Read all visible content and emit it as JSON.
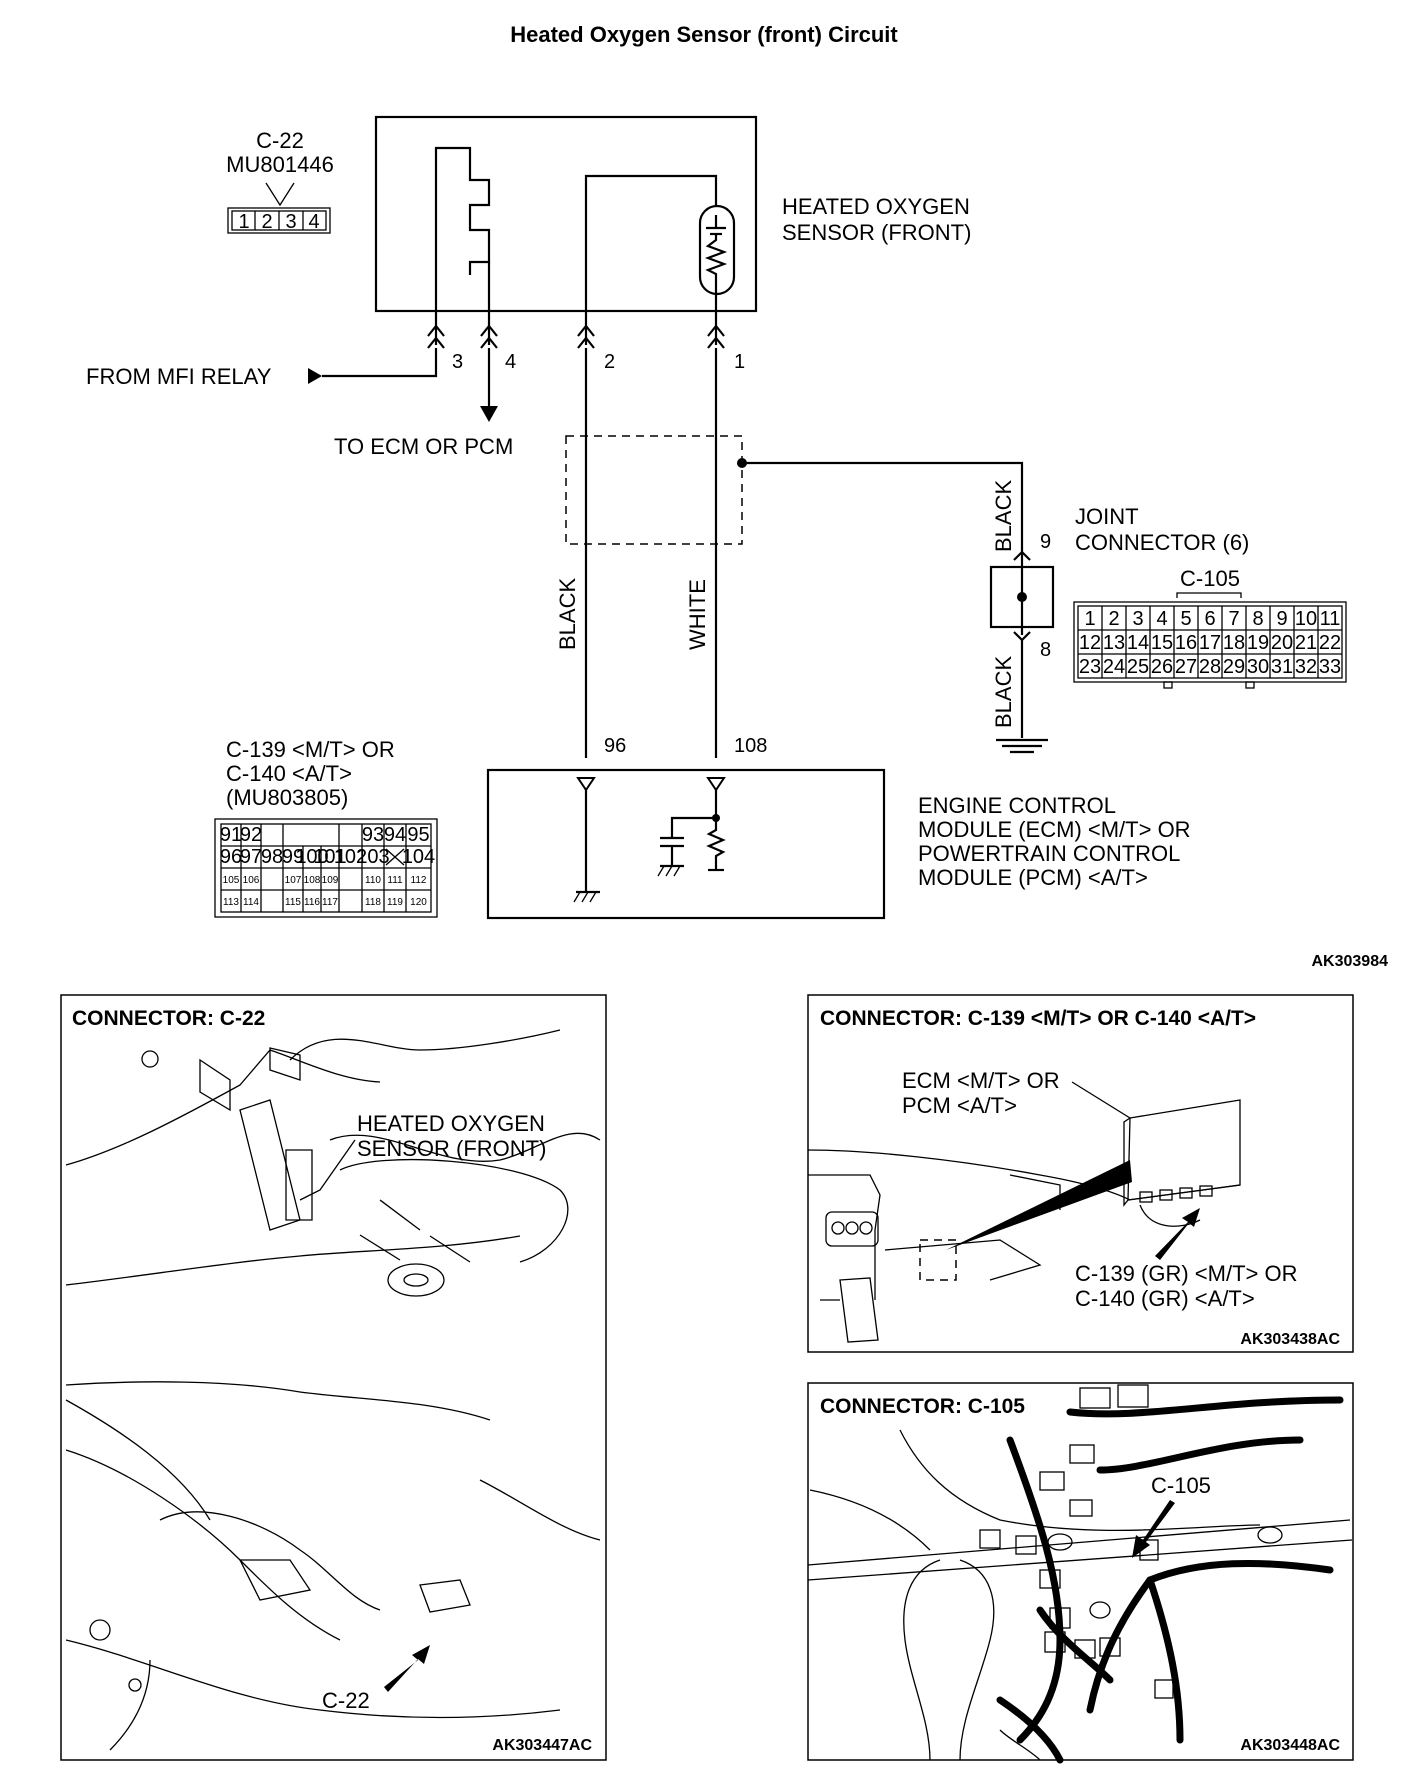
{
  "title": "Heated Oxygen Sensor (front) Circuit",
  "sensor_connector": {
    "id": "C-22",
    "part": "MU801446",
    "pins": [
      "1",
      "2",
      "3",
      "4"
    ]
  },
  "sensor_label": [
    "HEATED OXYGEN",
    "SENSOR (FRONT)"
  ],
  "terminals": {
    "t3": "3",
    "t4": "4",
    "t2": "2",
    "t1": "1"
  },
  "from_mfi": "FROM MFI RELAY",
  "to_ecm": "TO ECM OR PCM",
  "wire_colors": {
    "left": "BLACK",
    "right": "WHITE",
    "joint_top": "BLACK",
    "joint_bottom": "BLACK"
  },
  "joint": {
    "label": [
      "JOINT",
      "CONNECTOR (6)"
    ],
    "id": "C-105",
    "pin_top": "9",
    "pin_bottom": "8",
    "grid_rows": [
      [
        "1",
        "2",
        "3",
        "4",
        "5",
        "6",
        "7",
        "8",
        "9",
        "10",
        "11"
      ],
      [
        "12",
        "13",
        "14",
        "15",
        "16",
        "17",
        "18",
        "19",
        "20",
        "21",
        "22"
      ],
      [
        "23",
        "24",
        "25",
        "26",
        "27",
        "28",
        "29",
        "30",
        "31",
        "32",
        "33"
      ]
    ]
  },
  "ecm_pins": {
    "p96": "96",
    "p108": "108"
  },
  "ecm_connector_label": [
    "C-139 <M/T> OR",
    "C-140 <A/T>",
    "(MU803805)"
  ],
  "ecm_grid": {
    "row1": [
      "91",
      "92",
      "",
      "93",
      "94",
      "95"
    ],
    "row2": [
      "96",
      "97",
      "98",
      "99",
      "100",
      "101",
      "102",
      "103",
      "104"
    ],
    "row3": [
      "105",
      "106",
      "107",
      "108",
      "109",
      "110",
      "111",
      "112"
    ],
    "row4": [
      "113",
      "114",
      "115",
      "116",
      "117",
      "118",
      "119",
      "120"
    ]
  },
  "ecm_label": [
    "ENGINE CONTROL",
    "MODULE (ECM) <M/T> OR",
    "POWERTRAIN CONTROL",
    "MODULE (PCM) <A/T>"
  ],
  "diagram_code": "AK303984",
  "panels": {
    "c22": {
      "title": "CONNECTOR: C-22",
      "sensor_label": [
        "HEATED OXYGEN",
        "SENSOR (FRONT)"
      ],
      "pointer": "C-22",
      "code": "AK303447AC"
    },
    "c139": {
      "title": "CONNECTOR: C-139 <M/T> OR C-140 <A/T>",
      "ecm_label": [
        "ECM <M/T> OR",
        "PCM <A/T>"
      ],
      "connector_label": [
        "C-139 (GR) <M/T> OR",
        "C-140 (GR) <A/T>"
      ],
      "code": "AK303438AC"
    },
    "c105": {
      "title": "CONNECTOR: C-105",
      "pointer": "C-105",
      "code": "AK303448AC"
    }
  }
}
